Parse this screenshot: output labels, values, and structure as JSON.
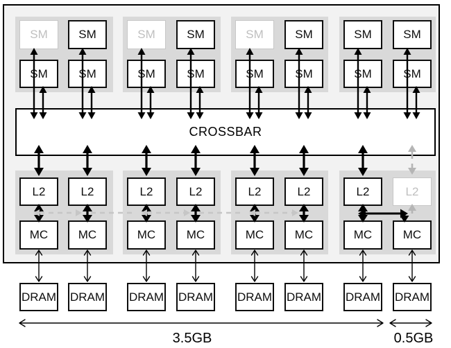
{
  "diagram": {
    "crossbar_label": "CROSSBAR",
    "spans": {
      "large_label": "3.5GB",
      "small_label": "0.5GB"
    },
    "rows": {
      "sm_top": [
        {
          "label": "SM",
          "disabled": true
        },
        {
          "label": "SM",
          "disabled": false
        },
        {
          "label": "SM",
          "disabled": true
        },
        {
          "label": "SM",
          "disabled": false
        },
        {
          "label": "SM",
          "disabled": true
        },
        {
          "label": "SM",
          "disabled": false
        },
        {
          "label": "SM",
          "disabled": false
        },
        {
          "label": "SM",
          "disabled": false
        }
      ],
      "sm_bottom": [
        {
          "label": "SM",
          "disabled": false
        },
        {
          "label": "SM",
          "disabled": false
        },
        {
          "label": "SM",
          "disabled": false
        },
        {
          "label": "SM",
          "disabled": false
        },
        {
          "label": "SM",
          "disabled": false
        },
        {
          "label": "SM",
          "disabled": false
        },
        {
          "label": "SM",
          "disabled": false
        },
        {
          "label": "SM",
          "disabled": false
        }
      ],
      "l2": [
        {
          "label": "L2",
          "disabled": false
        },
        {
          "label": "L2",
          "disabled": false
        },
        {
          "label": "L2",
          "disabled": false
        },
        {
          "label": "L2",
          "disabled": false
        },
        {
          "label": "L2",
          "disabled": false
        },
        {
          "label": "L2",
          "disabled": false
        },
        {
          "label": "L2",
          "disabled": false
        },
        {
          "label": "L2",
          "disabled": true
        }
      ],
      "mc": [
        {
          "label": "MC",
          "disabled": false
        },
        {
          "label": "MC",
          "disabled": false
        },
        {
          "label": "MC",
          "disabled": false
        },
        {
          "label": "MC",
          "disabled": false
        },
        {
          "label": "MC",
          "disabled": false
        },
        {
          "label": "MC",
          "disabled": false
        },
        {
          "label": "MC",
          "disabled": false
        },
        {
          "label": "MC",
          "disabled": false
        }
      ],
      "dram": [
        {
          "label": "DRAM",
          "disabled": false
        },
        {
          "label": "DRAM",
          "disabled": false
        },
        {
          "label": "DRAM",
          "disabled": false
        },
        {
          "label": "DRAM",
          "disabled": false
        },
        {
          "label": "DRAM",
          "disabled": false
        },
        {
          "label": "DRAM",
          "disabled": false
        },
        {
          "label": "DRAM",
          "disabled": false
        },
        {
          "label": "DRAM",
          "disabled": false
        }
      ]
    },
    "colors": {
      "die_fill": "#f2f2f2",
      "cluster_fill": "#d9d9d9",
      "box_border": "#0d0d0d",
      "disabled_gray": "#bfbfbf",
      "arrow": "#000000",
      "arrow_disabled": "#b5b5b5",
      "arrow_dashed": "#c6c6c6"
    }
  }
}
